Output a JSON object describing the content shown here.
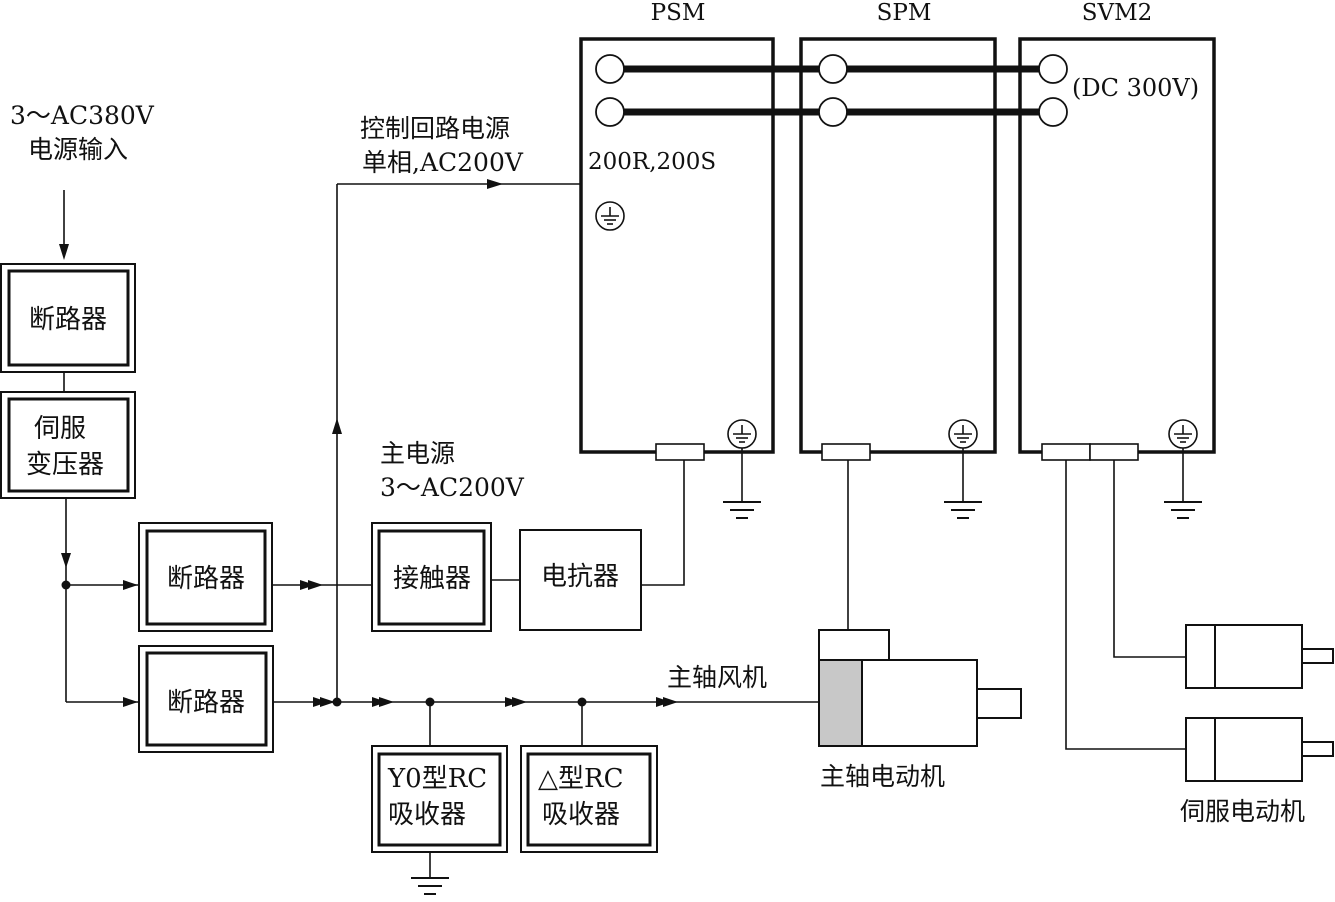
{
  "labels": {
    "input_line1": "3～AC380V",
    "input_line2": "电源输入",
    "ctrl_line1": "控制回路电源",
    "ctrl_line2": "单相,AC200V",
    "main_line1": "主电源",
    "main_line2": "3～AC200V",
    "psm_terminals": "200R,200S",
    "dc_bus": "(DC 300V)",
    "spindle_fan": "主轴风机",
    "spindle_motor": "主轴电动机",
    "servo_motor": "伺服电动机"
  },
  "modules": {
    "psm": "PSM",
    "spm": "SPM",
    "svm2": "SVM2"
  },
  "boxes": {
    "breaker_top": "断路器",
    "transformer_line1": "伺服",
    "transformer_line2": "变压器",
    "breaker_mid": "断路器",
    "breaker_low": "断路器",
    "contactor": "接触器",
    "reactor": "电抗器",
    "rc_y_line1": "Y0型RC",
    "rc_y_line2": "吸收器",
    "rc_delta_line1": "△型RC",
    "rc_delta_line2": "吸收器"
  },
  "colors": {
    "line": "#111111",
    "motor_fill": "#c8c8c8",
    "background": "#ffffff"
  },
  "icons": {
    "ground": "ground-symbol",
    "earth_terminal": "earth-terminal-icon",
    "junction": "junction-dot",
    "arrow": "flow-arrow"
  }
}
